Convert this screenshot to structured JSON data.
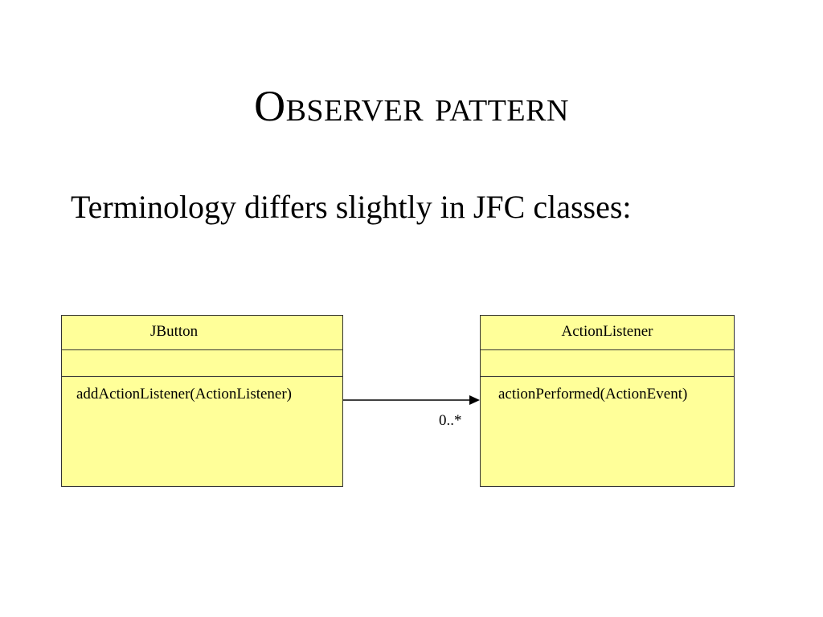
{
  "slide": {
    "title": "Observer pattern",
    "bullet": "Terminology differs slightly in JFC classes:"
  },
  "diagram": {
    "classes": [
      {
        "name": "JButton",
        "attributes": [],
        "operations": [
          "addActionListener(ActionListener)"
        ]
      },
      {
        "name": "ActionListener",
        "attributes": [],
        "operations": [
          "actionPerformed(ActionEvent)"
        ]
      }
    ],
    "association": {
      "from": "JButton",
      "to": "ActionListener",
      "multiplicity": "0..*",
      "navigable": true
    }
  },
  "colors": {
    "class_fill": "#ffff99",
    "class_border": "#333333",
    "line": "#000000"
  }
}
